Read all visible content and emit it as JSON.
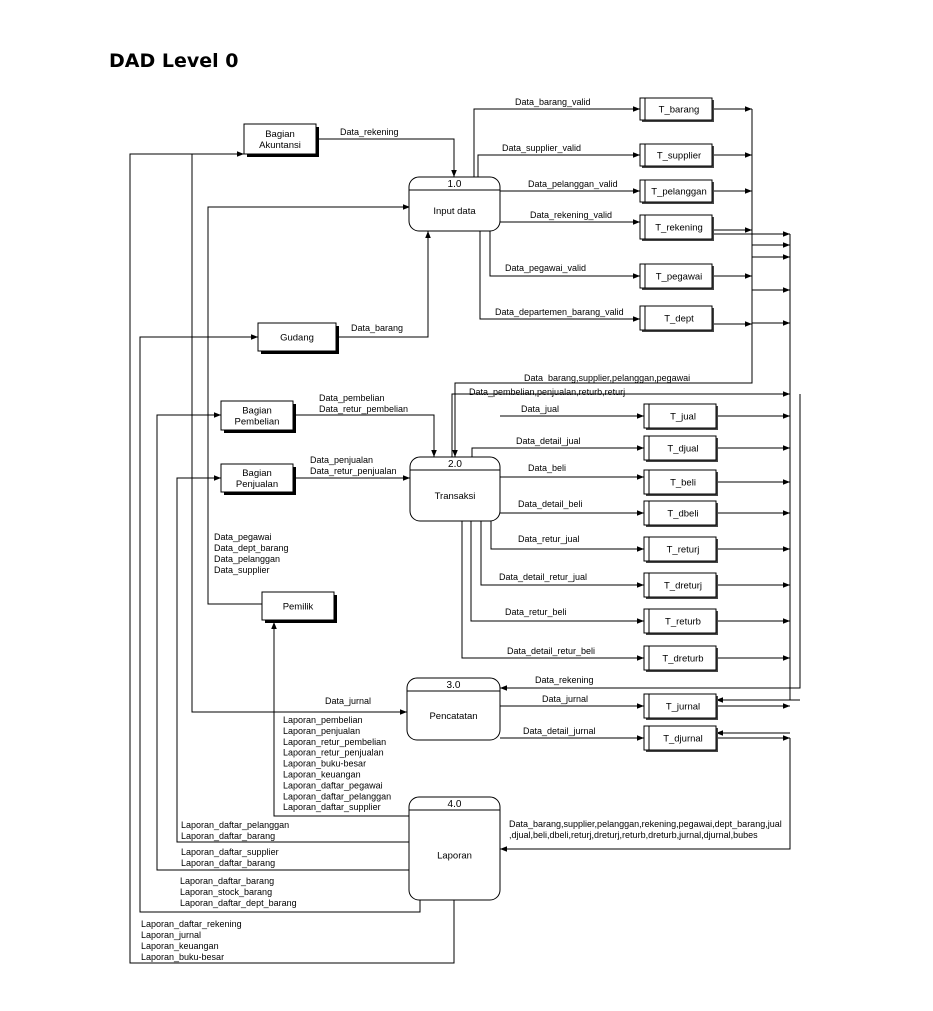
{
  "title": "DAD Level 0",
  "entities": {
    "akuntansi": [
      "Bagian",
      "Akuntansi"
    ],
    "gudang": [
      "Gudang"
    ],
    "pembelian": [
      "Bagian",
      "Pembelian"
    ],
    "penjualan": [
      "Bagian",
      "Penjualan"
    ],
    "pemilik": [
      "Pemilik"
    ]
  },
  "processes": {
    "p1": {
      "number": "1.0",
      "name": "Input data"
    },
    "p2": {
      "number": "2.0",
      "name": "Transaksi"
    },
    "p3": {
      "number": "3.0",
      "name": "Pencatatan"
    },
    "p4": {
      "number": "4.0",
      "name": "Laporan"
    }
  },
  "stores": {
    "barang": "T_barang",
    "supplier": "T_supplier",
    "pelanggan": "T_pelanggan",
    "rekening": "T_rekening",
    "pegawai": "T_pegawai",
    "dept": "T_dept",
    "jual": "T_jual",
    "djual": "T_djual",
    "beli": "T_beli",
    "dbeli": "T_dbeli",
    "returj": "T_returj",
    "dreturj": "T_dreturj",
    "returb": "T_returb",
    "dreturb": "T_dreturb",
    "jurnal": "T_jurnal",
    "djurnal": "T_djurnal"
  },
  "flow_labels": {
    "data_rekening": "Data_rekening",
    "data_barang": "Data_barang",
    "data_barang_valid": "Data_barang_valid",
    "data_supplier_valid": "Data_supplier_valid",
    "data_pelanggan_valid": "Data_pelanggan_valid",
    "data_rekening_valid": "Data_rekening_valid",
    "data_pegawai_valid": "Data_pegawai_valid",
    "data_departemen_barang_valid": "Data_departemen_barang_valid",
    "pembelian_in": [
      "Data_pembelian",
      "Data_retur_pembelian"
    ],
    "penjualan_in": [
      "Data_penjualan",
      "Data_retur_penjualan"
    ],
    "pemilik_in": [
      "Data_pegawai",
      "Data_dept_barang",
      "Data_pelanggan",
      "Data_supplier"
    ],
    "master_to_transaksi": "Data_barang,supplier,pelanggan,pegawai",
    "transaksi_to_pencatatan": "Data_pembelian,penjualan,returb,returj",
    "data_jual": "Data_jual",
    "data_detail_jual": "Data_detail_jual",
    "data_beli": "Data_beli",
    "data_detail_beli": "Data_detail_beli",
    "data_retur_jual": "Data_retur_jual",
    "data_detail_retur_jual": "Data_detail_retur_jual",
    "data_retur_beli": "Data_retur_beli",
    "data_detail_retur_beli": "Data_detail_retur_beli",
    "data_rekening_p3": "Data_rekening",
    "data_jurnal_in": "Data_jurnal",
    "data_jurnal_out": "Data_jurnal",
    "data_detail_jurnal": "Data_detail_jurnal",
    "laporan_pemilik": [
      "Laporan_pembelian",
      "Laporan_penjualan",
      "Laporan_retur_pembelian",
      "Laporan_retur_penjualan",
      "Laporan_buku-besar",
      "Laporan_keuangan",
      "Laporan_daftar_pegawai",
      "Laporan_daftar_pelanggan",
      "Laporan_daftar_supplier"
    ],
    "stores_to_laporan": [
      "Data_barang,supplier,pelanggan,rekening,pegawai,dept_barang,jual",
      ",djual,beli,dbeli,returj,dreturj,returb,dreturb,jurnal,djurnal,bubes"
    ],
    "laporan_penjualan": [
      "Laporan_daftar_pelanggan",
      "Laporan_daftar_barang"
    ],
    "laporan_pembelian": [
      "Laporan_daftar_supplier",
      "Laporan_daftar_barang"
    ],
    "laporan_gudang": [
      "Laporan_daftar_barang",
      "Laporan_stock_barang",
      "Laporan_daftar_dept_barang"
    ],
    "laporan_akuntansi": [
      "Laporan_daftar_rekening",
      "Laporan_jurnal",
      "Laporan_keuangan",
      "Laporan_buku-besar"
    ]
  }
}
